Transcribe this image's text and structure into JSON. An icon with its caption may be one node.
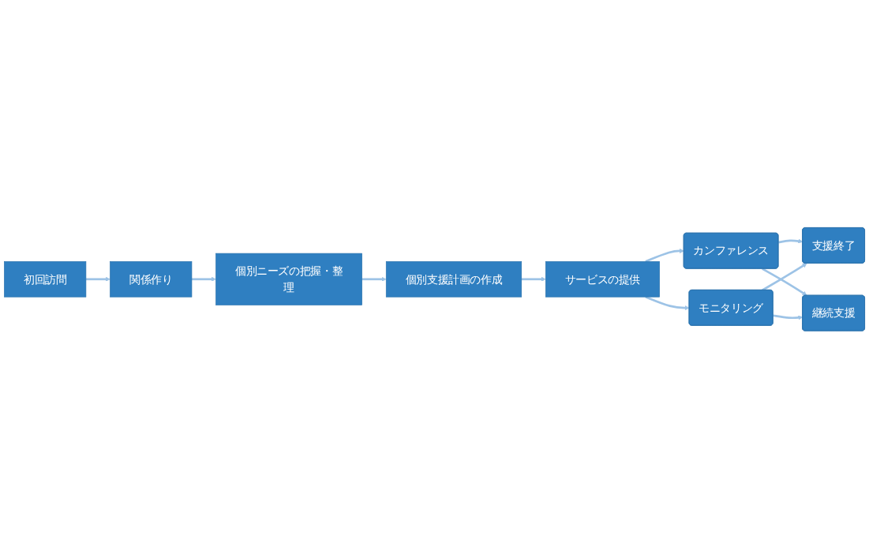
{
  "diagram": {
    "nodes": [
      {
        "text": [
          "初回訪問"
        ]
      },
      {
        "text": [
          "関係作り"
        ]
      },
      {
        "text": [
          "個別ニーズの把握・整理"
        ]
      },
      {
        "text": [
          "個別支援計画の作成"
        ]
      },
      {
        "text": [
          "サービスの提供"
        ]
      },
      {
        "text": [
          "カンファレンス"
        ]
      },
      {
        "text": [
          "支援終了"
        ]
      },
      {
        "text": [
          "モニタリング"
        ]
      },
      {
        "text": [
          "継続支援"
        ]
      }
    ],
    "edges": [
      {
        "from": 0,
        "to": 1,
        "arrow": "to"
      },
      {
        "from": 1,
        "to": 2,
        "arrow": "to"
      },
      {
        "from": 2,
        "to": 3,
        "arrow": "to"
      },
      {
        "from": 3,
        "to": 4,
        "arrow": "to"
      },
      {
        "from": 4,
        "to": 5,
        "arrow": "to"
      },
      {
        "from": 4,
        "to": 7,
        "arrow": "to"
      },
      {
        "from": 5,
        "to": 6,
        "arrow": "to"
      },
      {
        "from": 5,
        "to": 8,
        "arrow": "to"
      },
      {
        "from": 7,
        "to": 6,
        "arrow": "to"
      },
      {
        "from": 7,
        "to": 8,
        "arrow": "to"
      }
    ]
  }
}
